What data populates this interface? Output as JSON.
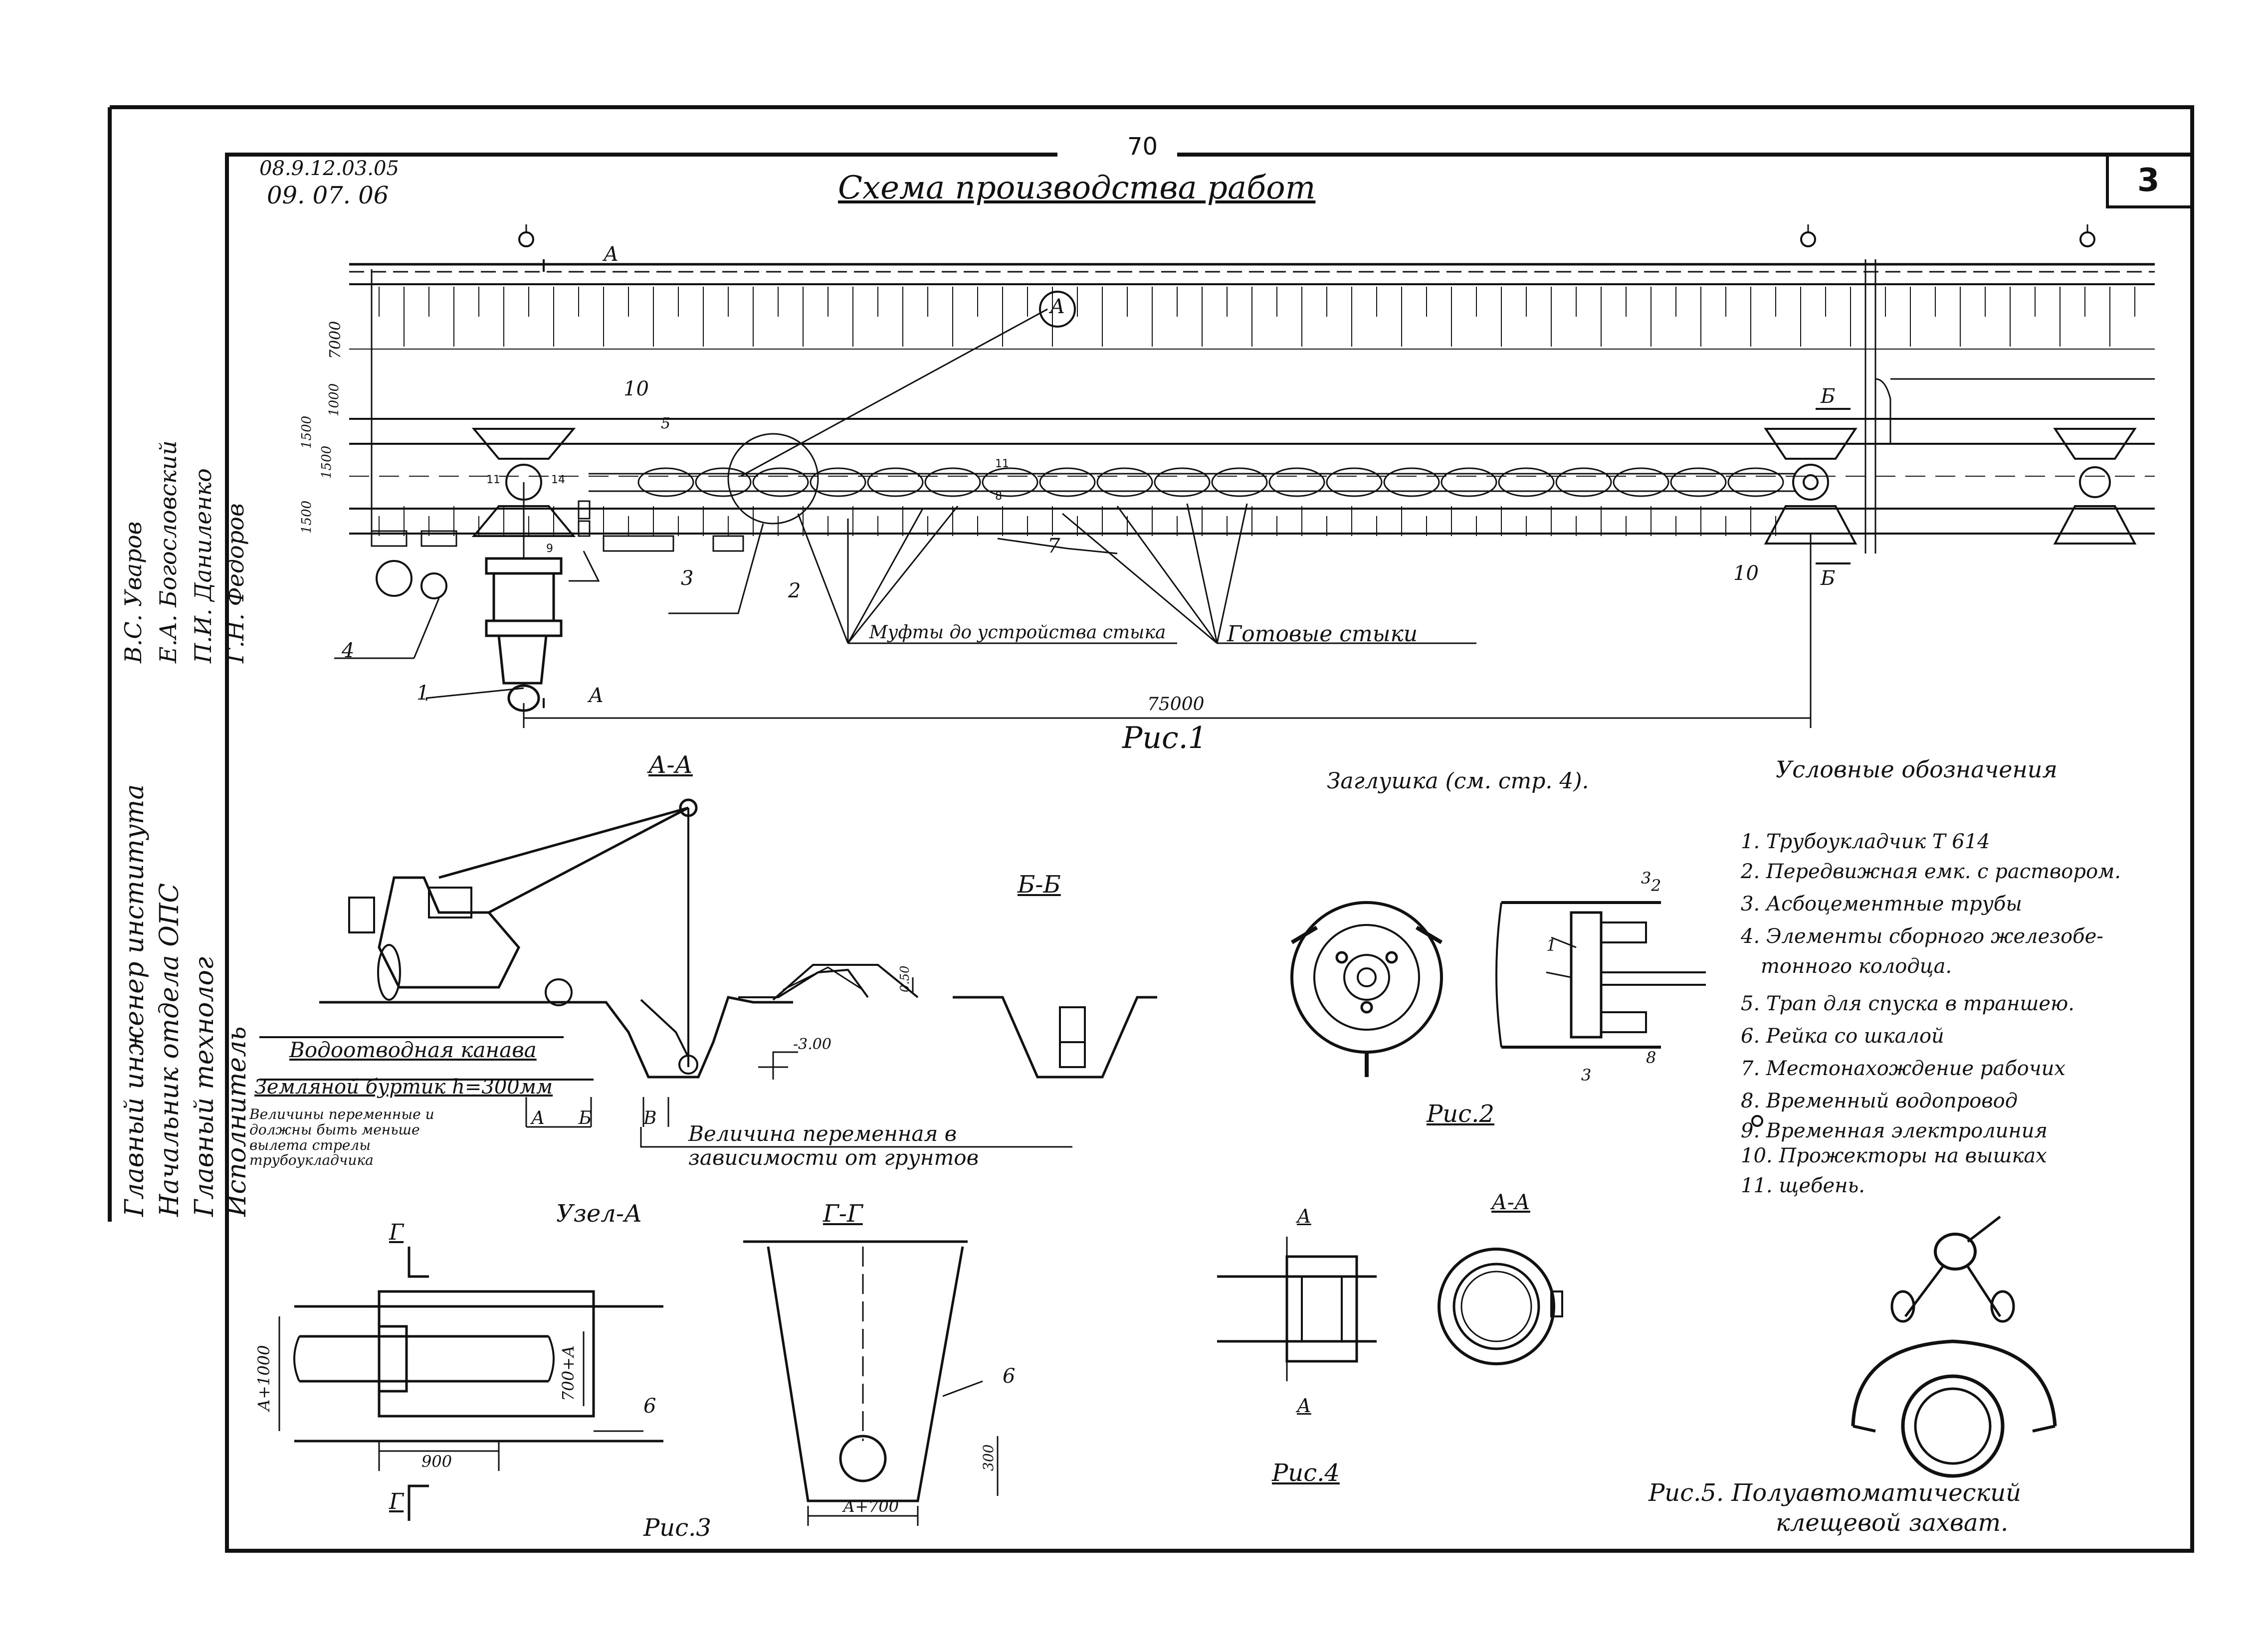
{
  "sheet": {
    "page_number": "70",
    "code_line1": "08.9.12.03.05",
    "code_line2": "09. 07. 06",
    "title": "Схема производства работ",
    "sheet_number": "3"
  },
  "signatures": {
    "roles": [
      "Главный инженер института",
      "Начальник отдела ОПС",
      "Главный технолог",
      "Исполнитель"
    ],
    "names": [
      "В.С. Уваров",
      "Е.А. Богословский",
      "П.И. Даниленко",
      "Г.Н. Федоров"
    ]
  },
  "fig1": {
    "caption": "Рис.1",
    "dimension_total": "75000",
    "section_marks": {
      "a": "А",
      "b": "Б"
    },
    "callout_node": "А",
    "dims_vertical": [
      "7000",
      "1000",
      "1500",
      "1500",
      "1500"
    ],
    "labels": {
      "couplings": "Муфты до устройства стыка",
      "ready_joints": "Готовые стыки"
    },
    "callouts": [
      "1",
      "2",
      "3",
      "4",
      "5",
      "7",
      "10",
      "10",
      "11",
      "8",
      "9",
      "11",
      "14"
    ]
  },
  "section_aa": {
    "title": "А-А",
    "drain_ditch": "Водоотводная канава",
    "earth_berm": "Земляной буртик h=300мм",
    "note_variable": "Величины переменные и должны быть меньше вылета стрелы трубоукладчика",
    "dim_a": "А",
    "dim_b": "Б",
    "dim_v": "В",
    "variable_note": "Величина переменная в зависимости от грунтов",
    "depth_mark": "-3.00"
  },
  "section_bb": {
    "title": "Б-Б",
    "dim": "0.50"
  },
  "plug": {
    "title": "Заглушка (см. стр. 4).",
    "caption": "Рис.2",
    "callouts": [
      "1",
      "2",
      "3",
      "3",
      "8"
    ]
  },
  "node_a": {
    "title": "Узел-А",
    "section_mark": "Г",
    "dim_h": "900",
    "dim_v1": "А+1000",
    "dim_v2": "700+А",
    "callout": "6"
  },
  "section_gg": {
    "title": "Г-Г",
    "dim_bottom": "А+700",
    "dim_v": "300",
    "callout": "6",
    "caption": "Рис.3"
  },
  "fig4": {
    "caption": "Рис.4",
    "section_mark": "А",
    "section_title": "А-А"
  },
  "fig5": {
    "caption_line1": "Рис.5. Полуавтоматический",
    "caption_line2": "клещевой захват."
  },
  "legend": {
    "title": "Условные обозначения",
    "items": [
      "1. Трубоукладчик Т 614",
      "2. Передвижная емк. с раствором.",
      "3. Асбоцементные трубы",
      "4. Элементы сборного железобе-",
      "тонного колодца.",
      "5. Трап для спуска в траншею.",
      "6. Рейка со шкалой",
      "7. Местонахождение рабочих",
      "8. Временный водопровод",
      "9. Временная электролиния",
      "10. Прожекторы на вышках",
      "11. щебень."
    ]
  }
}
